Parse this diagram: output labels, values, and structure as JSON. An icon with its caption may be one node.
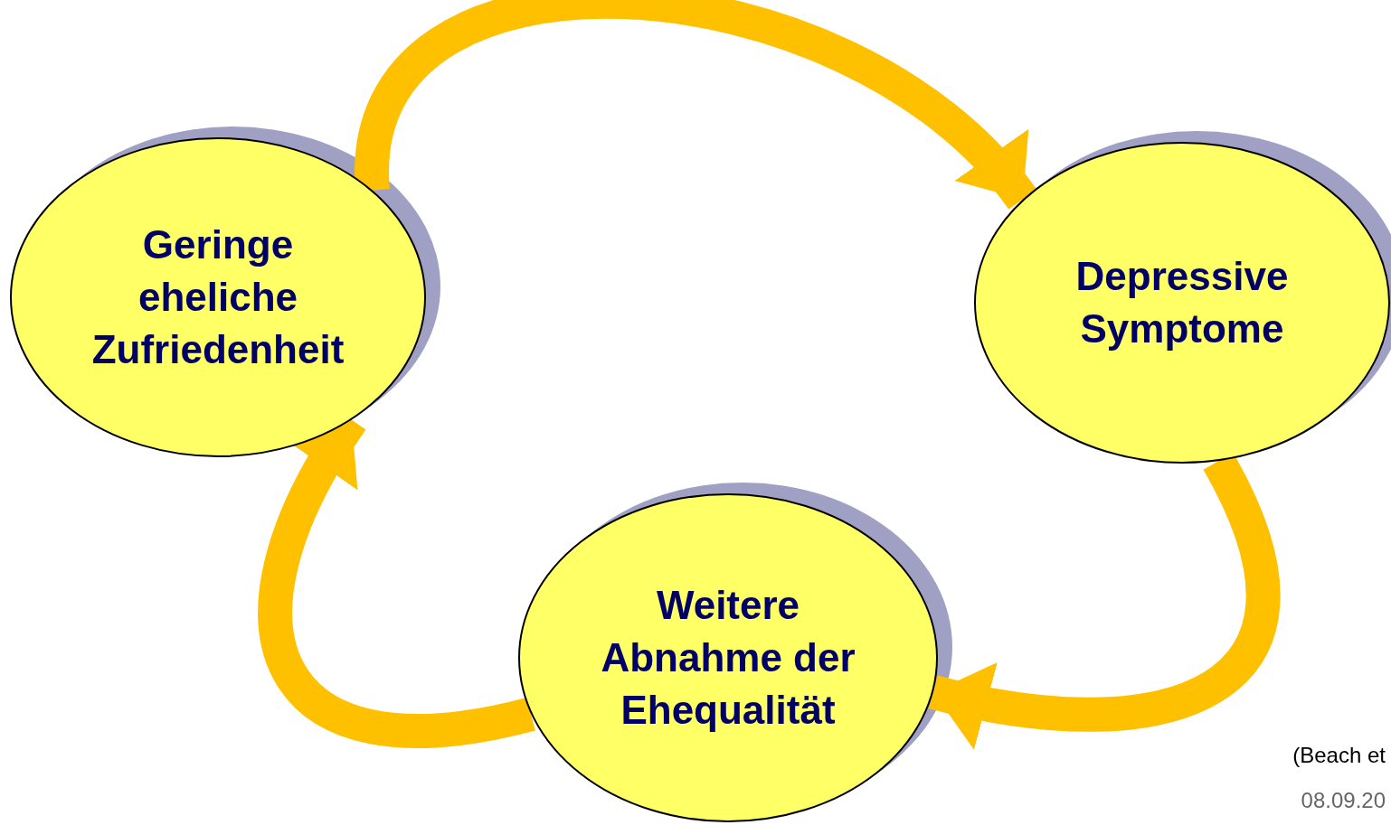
{
  "diagram": {
    "nodes": [
      {
        "text": [
          "Geringe eheliche Zufriedenheit"
        ]
      },
      {
        "text": [
          "Depressive Symptome"
        ]
      },
      {
        "text": [
          "Weitere Abnahme der Ehequalität"
        ]
      }
    ],
    "edges": [
      {
        "from": 0,
        "to": 1,
        "arrow": "to"
      },
      {
        "from": 1,
        "to": 2,
        "arrow": "to"
      },
      {
        "from": 2,
        "to": 0,
        "arrow": "to"
      }
    ],
    "labels": [
      "(Beach et",
      "08.09.20"
    ]
  }
}
